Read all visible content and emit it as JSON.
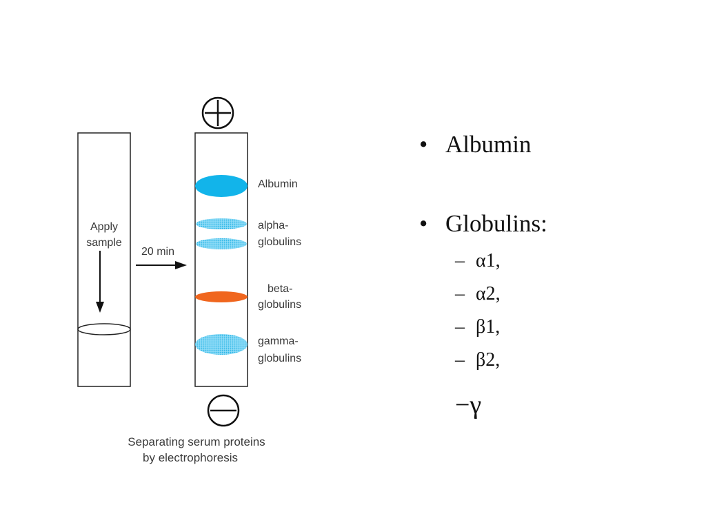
{
  "diagram": {
    "apply_sample": [
      "Apply",
      "sample"
    ],
    "duration": "20 min",
    "bands": [
      {
        "label_lines": [
          "Albumin"
        ],
        "color": "#12b4ea",
        "pattern": "solid"
      },
      {
        "label_lines": [
          "alpha-",
          "globulins"
        ],
        "color": "#4dc6ef",
        "pattern": "dotted"
      },
      {
        "label_lines": [
          "beta-",
          "globulins"
        ],
        "color": "#f0661e",
        "pattern": "solid"
      },
      {
        "label_lines": [
          "gamma-",
          "globulins"
        ],
        "color": "#4dc6ef",
        "pattern": "dotted"
      }
    ],
    "caption": [
      "Separating serum proteins",
      "by electrophoresis"
    ],
    "positive_symbol": "plus-circle",
    "negative_symbol": "minus-circle"
  },
  "bullets": {
    "bullet_char": "•",
    "dash_char": "–",
    "main": [
      "Albumin",
      "Globulins:"
    ],
    "sub": [
      "α1,",
      "α2,",
      "β1,",
      "β2,"
    ],
    "last_sub": "−γ"
  }
}
